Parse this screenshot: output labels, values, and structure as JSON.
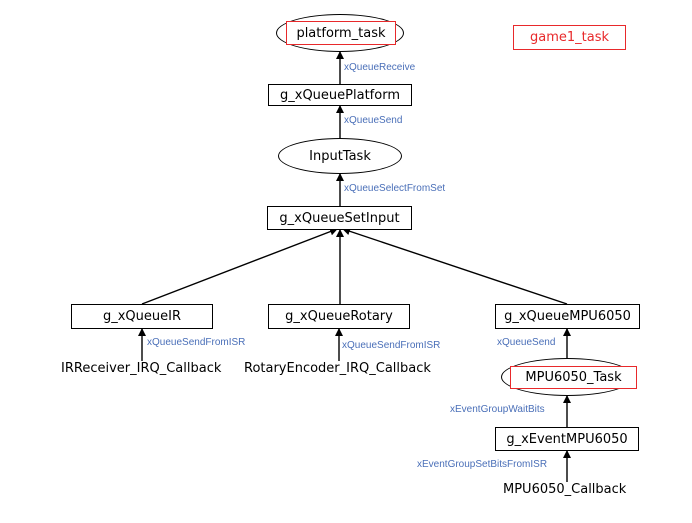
{
  "nodes": {
    "platform_task": "platform_task",
    "game1_task": "game1_task",
    "g_xQueuePlatform": "g_xQueuePlatform",
    "InputTask": "InputTask",
    "g_xQueueSetInput": "g_xQueueSetInput",
    "g_xQueueIR": "g_xQueueIR",
    "g_xQueueRotary": "g_xQueueRotary",
    "g_xQueueMPU6050": "g_xQueueMPU6050",
    "MPU6050_Task": "MPU6050_Task",
    "g_xEventMPU6050": "g_xEventMPU6050",
    "IRReceiver_IRQ_Callback": "IRReceiver_IRQ_Callback",
    "RotaryEncoder_IRQ_Callback": "RotaryEncoder_IRQ_Callback",
    "MPU6050_Callback": "MPU6050_Callback"
  },
  "edges": {
    "queue_receive": "xQueueReceive",
    "queue_send_platform": "xQueueSend",
    "queue_select_from_set": "xQueueSelectFromSet",
    "queue_send_from_isr_ir": "xQueueSendFromISR",
    "queue_send_from_isr_rotary": "xQueueSendFromISR",
    "queue_send_mpu": "xQueueSend",
    "event_group_wait_bits": "xEventGroupWaitBits",
    "event_group_set_bits_from_isr": "xEventGroupSetBitsFromISR"
  },
  "colors": {
    "highlight": "#e8292b",
    "edge_label": "#4a6fb8",
    "line": "#000000"
  }
}
